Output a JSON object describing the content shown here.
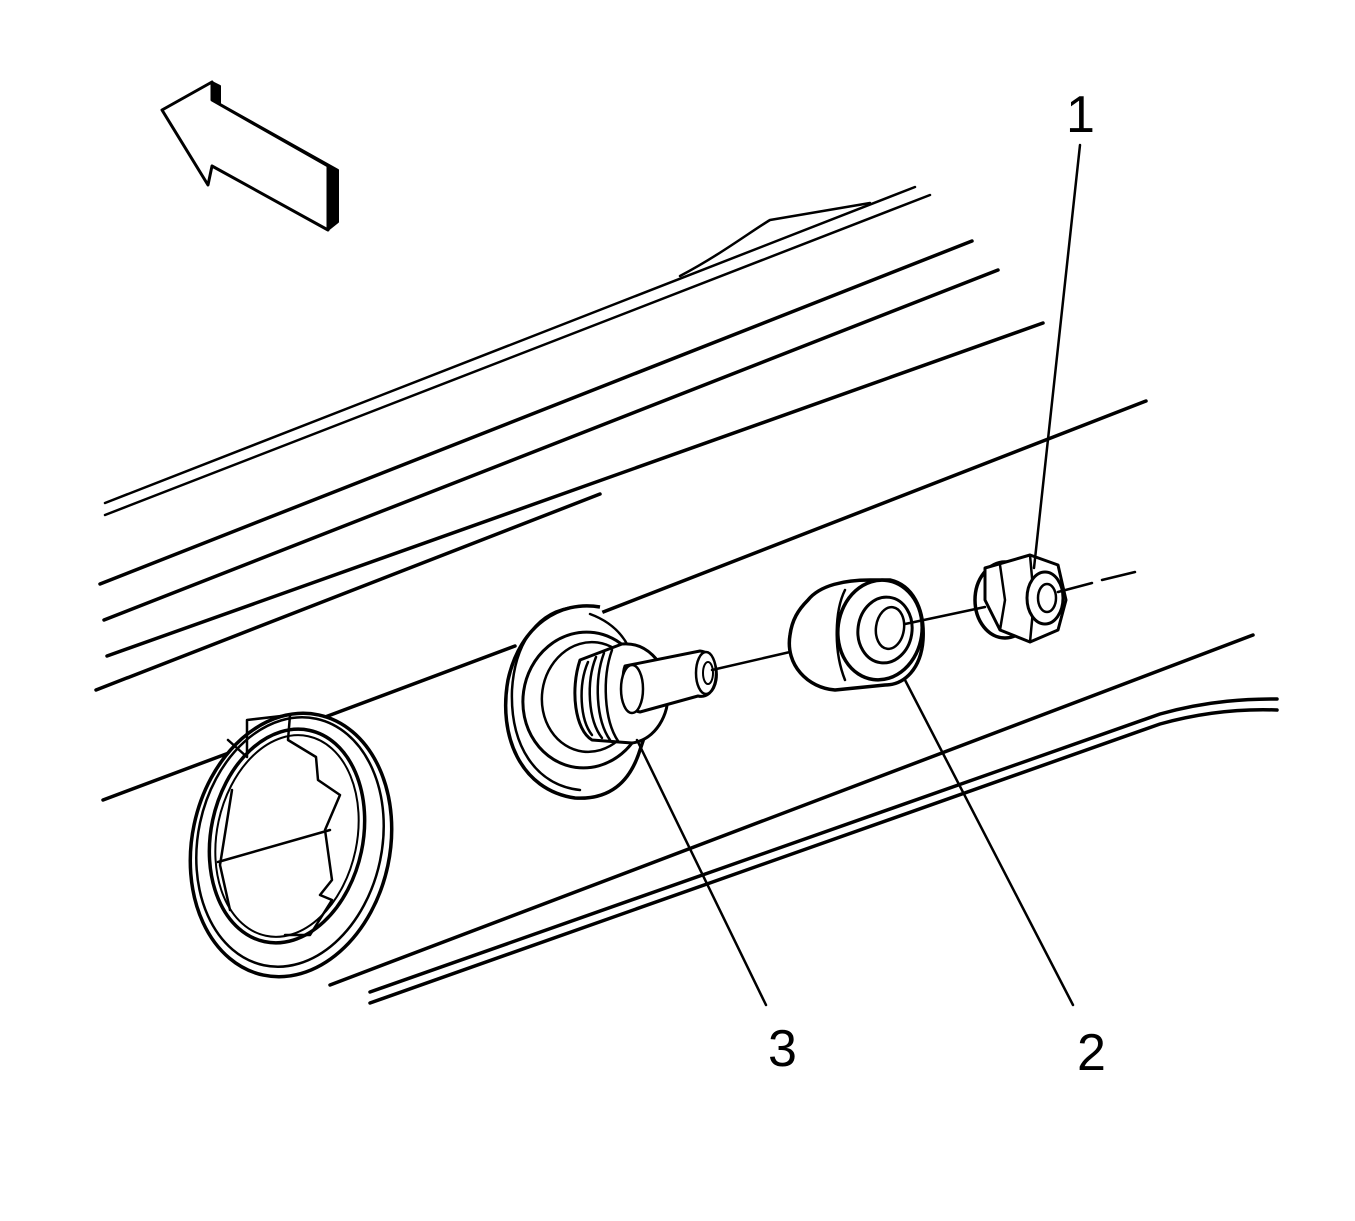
{
  "diagram": {
    "callouts": [
      {
        "id": "1",
        "label": "1"
      },
      {
        "id": "2",
        "label": "2"
      },
      {
        "id": "3",
        "label": "3"
      }
    ],
    "icons": {
      "direction_arrow": "forward-direction-arrow-icon"
    },
    "colors": {
      "ink": "#000000",
      "paper": "#ffffff"
    }
  }
}
